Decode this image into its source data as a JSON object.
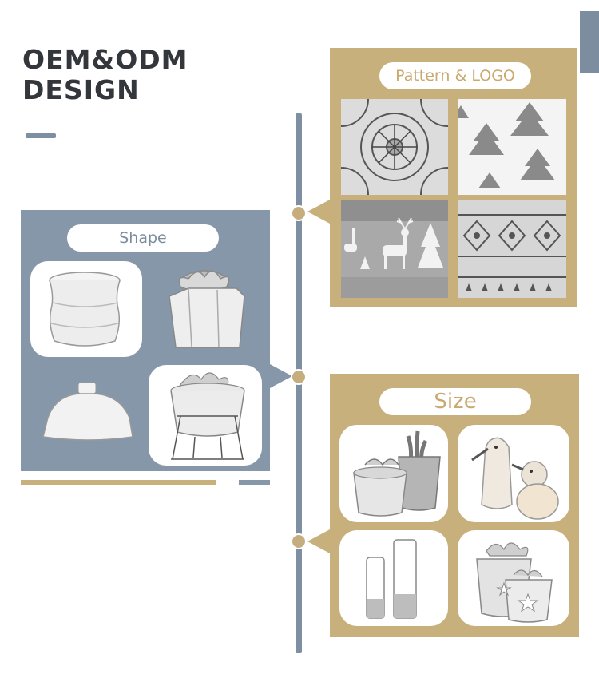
{
  "header": {
    "title_line1": "OEM&ODM",
    "title_line2": "DESIGN"
  },
  "colors": {
    "gold": "#c8b07d",
    "slate": "#8797aa",
    "title": "#33363b"
  },
  "sections": {
    "pattern": {
      "label": "Pattern & LOGO"
    },
    "shape": {
      "label": "Shape"
    },
    "size": {
      "label": "Size"
    }
  },
  "images": {
    "pattern": [
      "mandala-pattern-pot",
      "christmas-tree-pattern",
      "reindeer-scene-pot",
      "nordic-snowflake-pattern"
    ],
    "shape": [
      "textured-round-pot",
      "hexagon-succulent-pot",
      "flat-bud-vase",
      "pot-on-metal-stand"
    ],
    "size": [
      "two-succulent-pots",
      "bird-figurines",
      "glass-candle-holders",
      "star-face-pots"
    ]
  }
}
